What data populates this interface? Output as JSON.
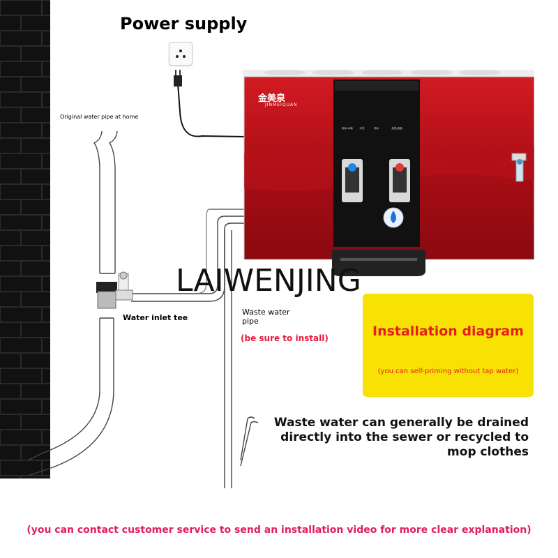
{
  "diagram": {
    "title": "Power supply",
    "labels": {
      "original_pipe": "Original water pipe at home",
      "inlet_tee": "Water inlet tee",
      "waste_pipe": "Waste water pipe",
      "be_sure": "(be sure to install)"
    },
    "watermark": "LAIWENJING",
    "install_box": {
      "title": "Installation diagram",
      "subtitle": "(you can self-priming without tap water)"
    },
    "drain_note": "Waste water can generally be drained directly into the sewer or recycled to mop clothes",
    "contact_note": "(you can contact customer service to send an installation video for more clear explanation)",
    "purifier": {
      "brand": "金美泉",
      "brand_sub": "JINMEIQUAN",
      "controls": [
        "制水/水满",
        "冲洗",
        "缺水",
        "加热/保温"
      ]
    }
  },
  "colors": {
    "label_red": "#e8183d",
    "contact_pink": "#e11d5d",
    "box_yellow": "#f7e204",
    "box_text": "#e3201c",
    "purifier_red": "#c0101a",
    "wall": "#161616"
  },
  "icons": [
    "power-socket-icon",
    "plug-icon",
    "brick-wall-icon",
    "water-tap-icon"
  ]
}
